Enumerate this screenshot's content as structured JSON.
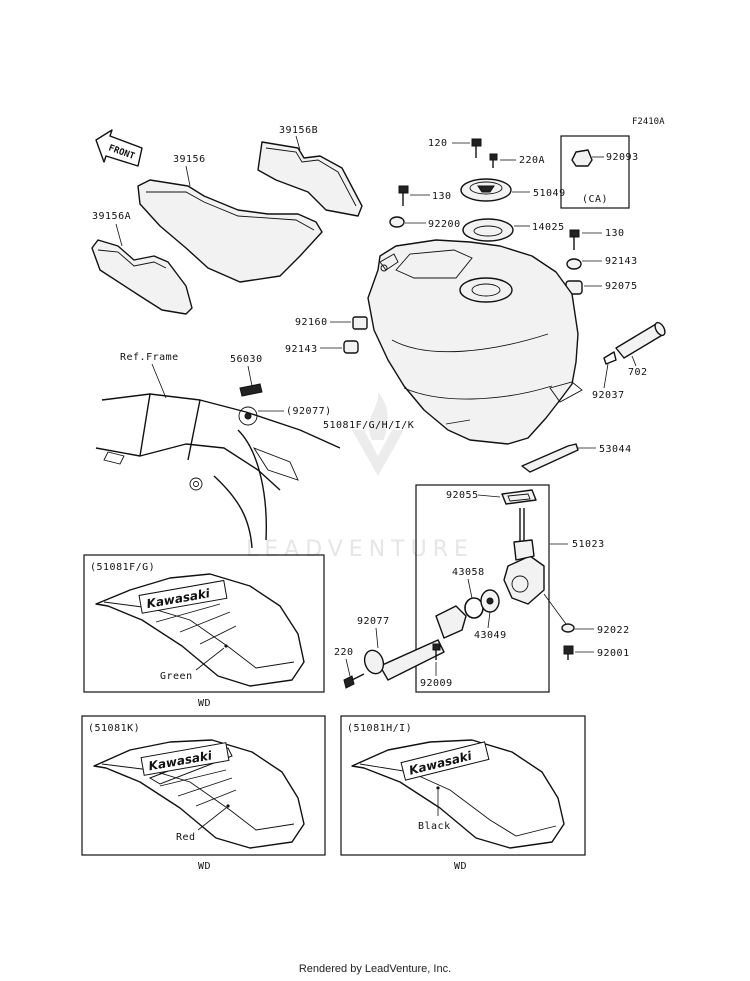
{
  "diagram_code": "F2410A",
  "front_label": "FRONT",
  "parts": {
    "p39156B": "39156B",
    "p39156": "39156",
    "p39156A": "39156A",
    "p120": "120",
    "p220A": "220A",
    "p51049": "51049",
    "p92093": "92093",
    "pCA": "(CA)",
    "p130a": "130",
    "p92200": "92200",
    "p14025": "14025",
    "p130b": "130",
    "p92143a": "92143",
    "p92075": "92075",
    "p92160": "92160",
    "p92143b": "92143",
    "p702": "702",
    "p92037": "92037",
    "pRefFrame": "Ref.Frame",
    "p56030": "56030",
    "p92077a": "(92077)",
    "p51081": "51081F/G/H/I/K",
    "p53044": "53044",
    "p92055": "92055",
    "p51023": "51023",
    "p43058": "43058",
    "p43049": "43049",
    "p92077b": "92077",
    "p220": "220",
    "p92009": "92009",
    "p92022": "92022",
    "p92001": "92001"
  },
  "variants": [
    {
      "code": "(51081F/G)",
      "color": "Green",
      "note": "WD",
      "brand": "Kawasaki"
    },
    {
      "code": "(51081K)",
      "color": "Red",
      "note": "WD",
      "brand": "Kawasaki"
    },
    {
      "code": "(51081H/I)",
      "color": "Black",
      "note": "WD",
      "brand": "Kawasaki"
    }
  ],
  "watermark": "LEADVENTURE",
  "footer": "Rendered by LeadVenture, Inc."
}
